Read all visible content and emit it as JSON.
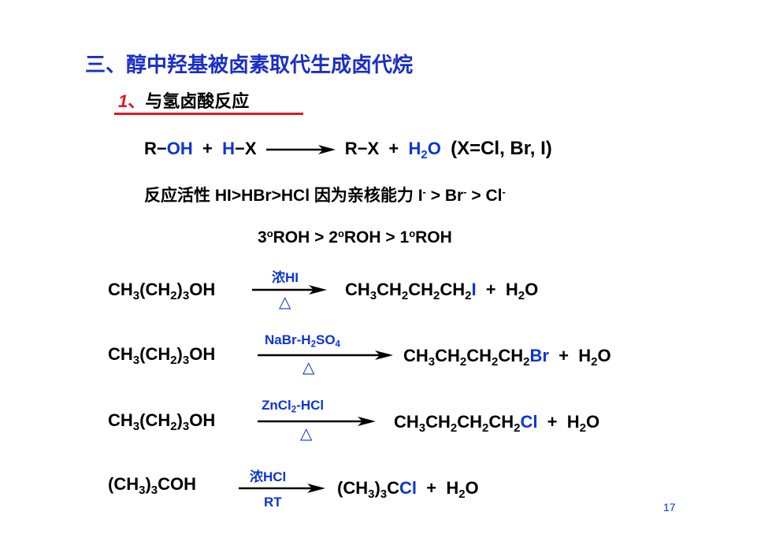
{
  "title": "三、醇中羟基被卤素取代生成卤代烷",
  "subtitle": {
    "number": "1",
    "sep": "、",
    "text": "与氢卤酸反应"
  },
  "general": {
    "r": "R−",
    "oh": "OH",
    "plus1": "+",
    "h": "H",
    "x": "−X",
    "product1": "R−X",
    "plus2": "+",
    "water_h": "H",
    "water_sub": "2",
    "water_o": "O",
    "note": "(X=Cl, Br, I)"
  },
  "activity": {
    "prefix": "反应活性 HI>HBr>HCl 因为亲核能力 I",
    "minus": "-",
    "br": " > Br",
    "cl": " > Cl"
  },
  "order": {
    "d1": "3",
    "d2": "2",
    "d3": "1",
    "o": "o",
    "roh": "ROH",
    "gt": " > "
  },
  "rxn1": {
    "reagent": "浓HI",
    "triangle": "△",
    "halogen": "I"
  },
  "rxn2": {
    "reagent_pre": "NaBr-H",
    "reagent_mid": "SO",
    "two": "2",
    "four": "4",
    "triangle": "△",
    "halogen": "Br"
  },
  "rxn3": {
    "reagent_pre": "ZnCl",
    "reagent_post": "-HCl",
    "two": "2",
    "triangle": "△",
    "halogen": "Cl"
  },
  "rxn4": {
    "reagent": "浓HCl",
    "condition": "RT",
    "halogen": "Cl"
  },
  "chem": {
    "ch": "CH",
    "three": "3",
    "two": "2",
    "oh": "OH",
    "c": "C",
    "coh": "COH",
    "lp": "(",
    "rp": ")",
    "plus": "+",
    "h": "H",
    "o": "O"
  },
  "page_number": "17",
  "colors": {
    "title": "#1a2ec8",
    "accent_blue": "#0b35d6",
    "red": "#e3161e"
  }
}
